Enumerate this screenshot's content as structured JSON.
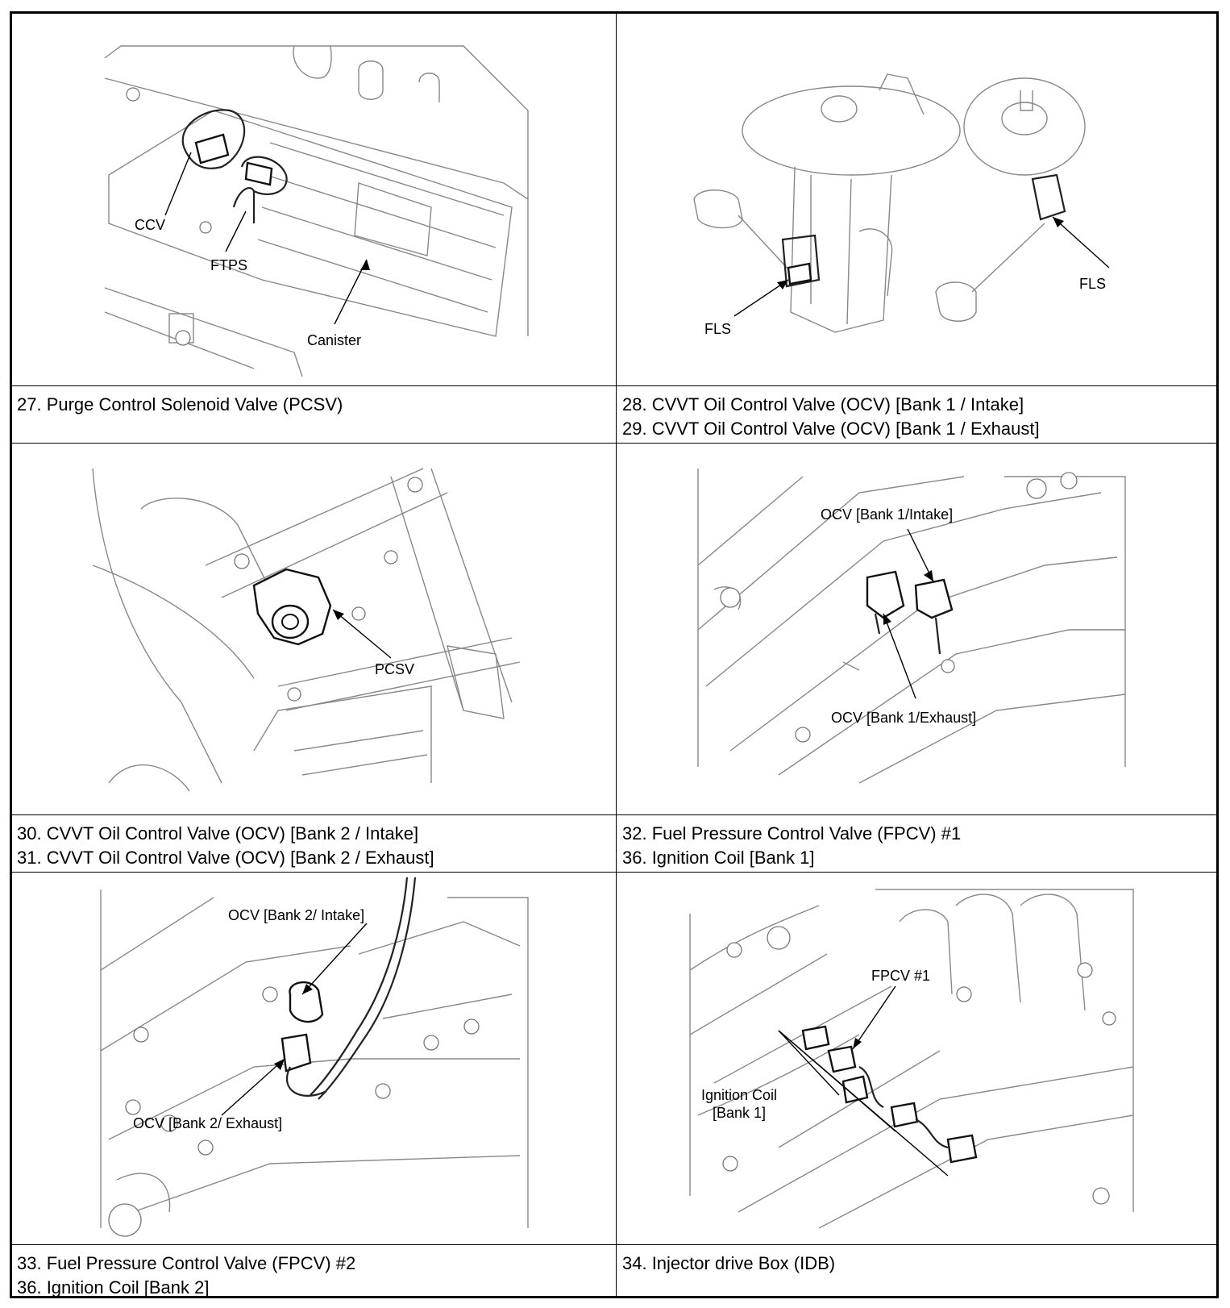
{
  "rows": [
    {
      "left": {
        "labels": {
          "ccv": "CCV",
          "ftps": "FTPS",
          "canister": "Canister"
        },
        "caption": [
          "27. Purge Control Solenoid Valve (PCSV)"
        ]
      },
      "right": {
        "labels": {
          "fls_left": "FLS",
          "fls_right": "FLS"
        },
        "caption": [
          "28. CVVT Oil Control Valve (OCV) [Bank 1 / Intake]",
          "29. CVVT Oil Control Valve (OCV) [Bank 1 / Exhaust]"
        ]
      }
    },
    {
      "left": {
        "labels": {
          "pcsv": "PCSV"
        },
        "caption": [
          "30. CVVT Oil Control Valve (OCV) [Bank 2 / Intake]",
          "31. CVVT Oil Control Valve (OCV) [Bank 2 / Exhaust]"
        ]
      },
      "right": {
        "labels": {
          "ocv_intake": "OCV [Bank 1/Intake]",
          "ocv_exhaust": "OCV [Bank 1/Exhaust]"
        },
        "caption": [
          "32. Fuel Pressure Control Valve (FPCV) #1",
          "36. Ignition Coil [Bank 1]"
        ]
      }
    },
    {
      "left": {
        "labels": {
          "ocv_intake": "OCV [Bank 2/ Intake]",
          "ocv_exhaust": "OCV [Bank 2/ Exhaust]"
        },
        "caption": [
          "33. Fuel Pressure Control Valve (FPCV) #2",
          "36. Ignition Coil [Bank 2]"
        ]
      },
      "right": {
        "labels": {
          "fpcv": "FPCV #1",
          "ignition_line1": "Ignition Coil",
          "ignition_line2": "[Bank 1]"
        },
        "caption": [
          "34. Injector drive Box (IDB)"
        ]
      }
    }
  ]
}
